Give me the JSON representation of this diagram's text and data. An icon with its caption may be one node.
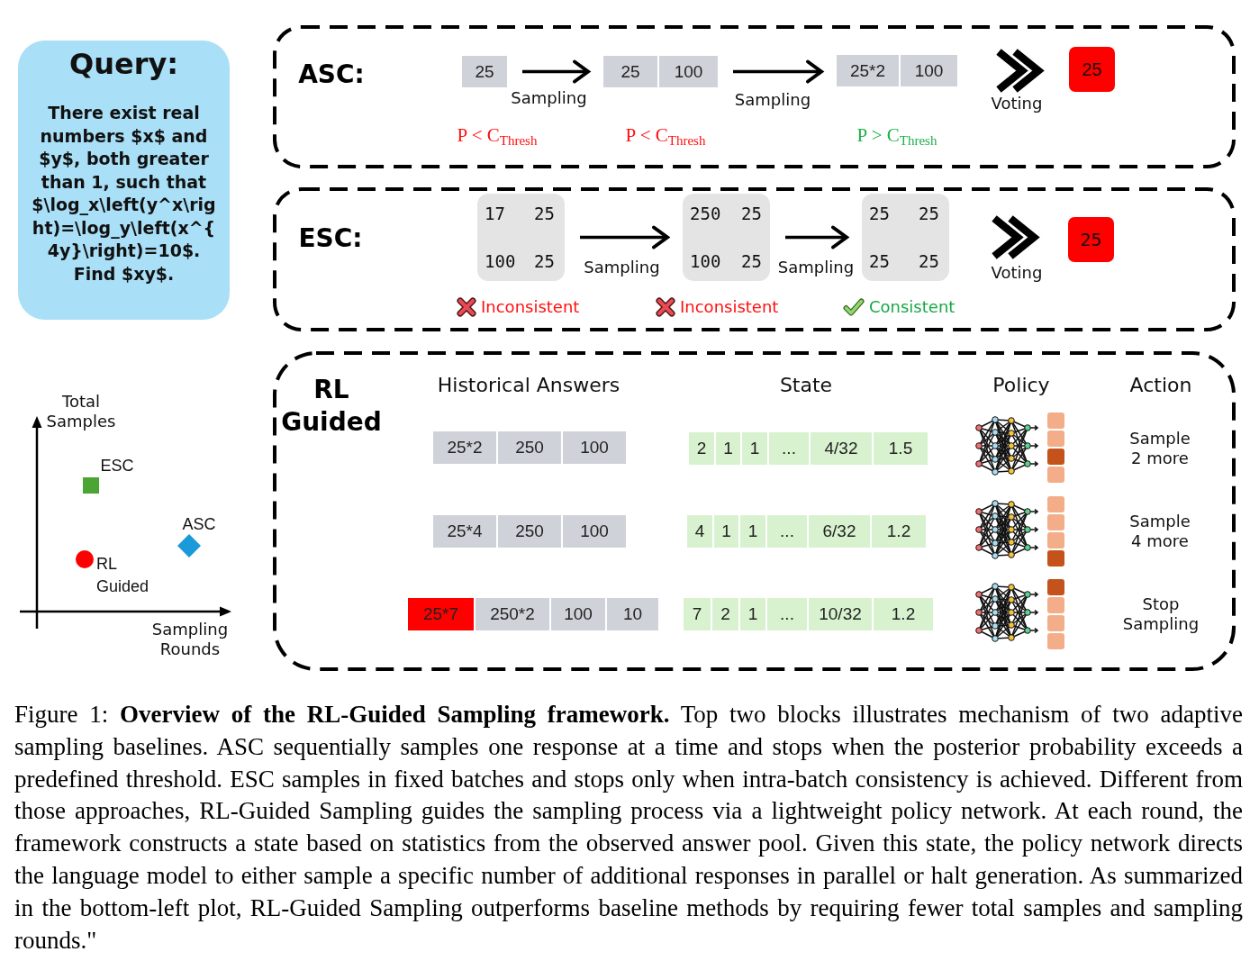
{
  "diagram": {
    "caption": "Figure 1: **Overview of the RL-Guided Sampling framework.** Top two blocks illustrates mechanism of two adaptive sampling baselines. ASC sequentially samples one response at a time and stops when the posterior probability exceeds a predefined threshold. ESC samples in fixed batches and stops only when intra-batch consistency is achieved. Different from those approaches, RL-Guided Sampling guides the sampling process via a lightweight policy network. At each round, the framework constructs a state based on statistics from the observed answer pool. Given this state, the policy network directs the language model to either sample a specific number of additional responses in parallel or halt generation. As summarized in the bottom-left plot, RL-Guided Sampling outperforms baseline methods by requiring fewer total samples and sampling rounds.\"",
    "nodes": [
      {
        "text": [
          "Query:",
          "There exist real numbers $x$ and $y$, both greater than 1, such that $\\log_x\\left(y^x\\right)=\\log_y\\left(x^{4y}\\right)=10$. Find $xy$."
        ]
      },
      {
        "text": [
          "ASC:"
        ]
      },
      {
        "text": [
          "25"
        ],
        "in": 1,
        "beside": [
          "P < C$_{Thresh}$"
        ]
      },
      {
        "text": [
          "25",
          "100"
        ],
        "in": 1,
        "beside": [
          "P < C$_{Thresh}$"
        ]
      },
      {
        "text": [
          "25*2",
          "100"
        ],
        "in": 1,
        "beside": [
          "P > C$_{Thresh}$"
        ]
      },
      {
        "text": [
          "25"
        ],
        "in": 1
      },
      {
        "text": [
          "ESC:"
        ]
      },
      {
        "text": [
          "17",
          "25",
          "100",
          "25"
        ],
        "in": 6,
        "beside": [
          "Inconsistent"
        ]
      },
      {
        "text": [
          "250",
          "25",
          "100",
          "25"
        ],
        "in": 6,
        "beside": [
          "Inconsistent"
        ]
      },
      {
        "text": [
          "25",
          "25",
          "25",
          "25"
        ],
        "in": 6,
        "beside": [
          "Consistent"
        ]
      },
      {
        "text": [
          "25"
        ],
        "in": 6
      },
      {
        "text": [
          "RL Guided"
        ]
      },
      {
        "text": [
          "25*2",
          "250",
          "100"
        ],
        "in": 11
      },
      {
        "text": [
          "2",
          "1",
          "1",
          "...",
          "4/32",
          "1.5"
        ],
        "in": 11
      },
      {
        "text": [
          "25*4",
          "250",
          "100"
        ],
        "in": 11
      },
      {
        "text": [
          "4",
          "1",
          "1",
          "...",
          "6/32",
          "1.2"
        ],
        "in": 11
      },
      {
        "text": [
          "25*7",
          "250*2",
          "100",
          "10"
        ],
        "in": 11
      },
      {
        "text": [
          "7",
          "2",
          "1",
          "...",
          "10/32",
          "1.2"
        ],
        "in": 11
      }
    ],
    "edges": [
      {
        "from": 2,
        "to": 3,
        "arrow": "to",
        "label": "Sampling"
      },
      {
        "from": 3,
        "to": 4,
        "arrow": "to",
        "label": "Sampling"
      },
      {
        "from": 4,
        "to": 5,
        "arrow": "to",
        "label": "Voting",
        "style": "thick"
      },
      {
        "from": 7,
        "to": 8,
        "arrow": "to",
        "label": "Sampling"
      },
      {
        "from": 8,
        "to": 9,
        "arrow": "to",
        "label": "Sampling"
      },
      {
        "from": 9,
        "to": 10,
        "arrow": "to",
        "label": "Voting",
        "style": "thick"
      }
    ],
    "labels": [
      "Total Samples",
      "ESC",
      "ASC",
      "RL Guided",
      "Sampling Rounds",
      "Historical Answers",
      "State",
      "Policy",
      "Action",
      "Sample 2 more",
      "Sample 4 more",
      "Stop Sampling"
    ]
  }
}
